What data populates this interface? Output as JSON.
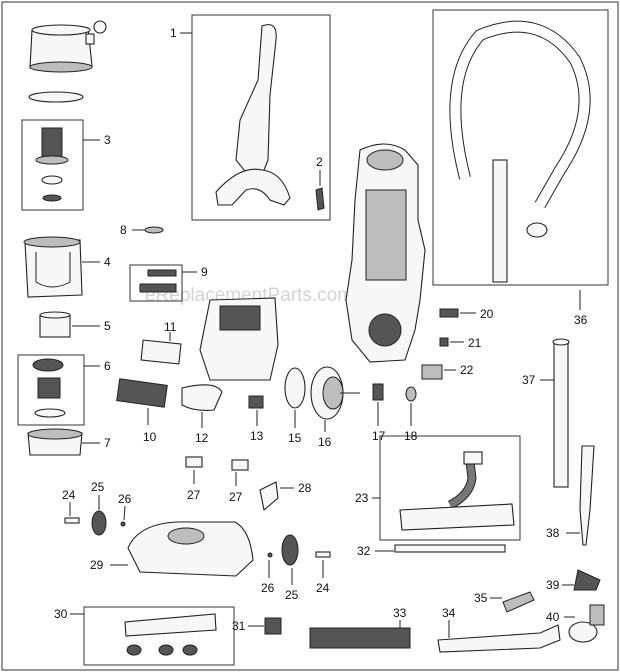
{
  "watermark": "eReplacementParts.com",
  "callouts": {
    "n1": "1",
    "n2": "2",
    "n3": "3",
    "n4": "4",
    "n5": "5",
    "n6": "6",
    "n7": "7",
    "n8": "8",
    "n9": "9",
    "n10": "10",
    "n11": "11",
    "n12": "12",
    "n13": "13",
    "n15": "15",
    "n16": "16",
    "n17": "17",
    "n18": "18",
    "n20": "20",
    "n21": "21",
    "n22": "22",
    "n23": "23",
    "n24a": "24",
    "n24b": "24",
    "n25a": "25",
    "n25b": "25",
    "n26a": "26",
    "n26b": "26",
    "n27a": "27",
    "n27b": "27",
    "n28": "28",
    "n29": "29",
    "n30": "30",
    "n31": "31",
    "n32": "32",
    "n33": "33",
    "n34": "34",
    "n35": "35",
    "n36": "36",
    "n37": "37",
    "n38": "38",
    "n39": "39",
    "n40": "40"
  }
}
